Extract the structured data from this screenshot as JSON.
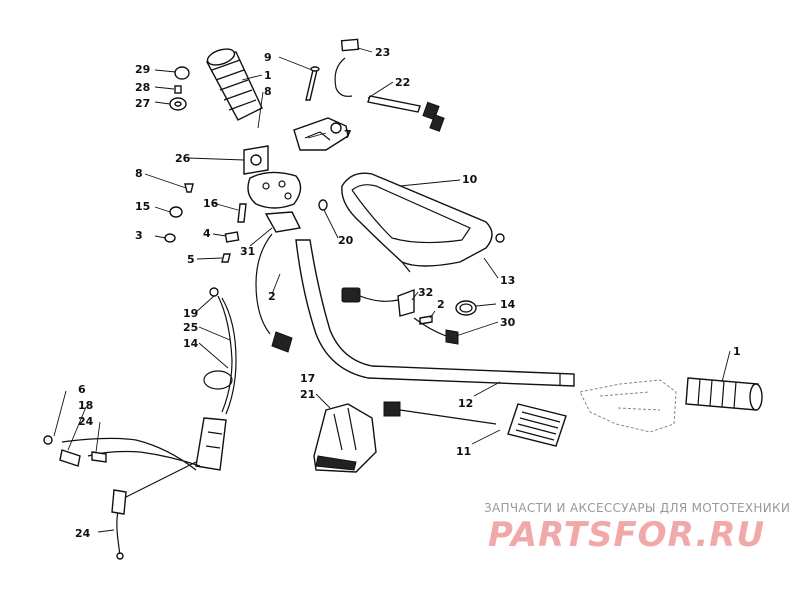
{
  "callouts": [
    "29",
    "28",
    "27",
    "1",
    "9",
    "23",
    "22",
    "8",
    "7",
    "26",
    "10",
    "8",
    "15",
    "3",
    "16",
    "4",
    "5",
    "31",
    "20",
    "2",
    "13",
    "32",
    "2",
    "14",
    "30",
    "19",
    "25",
    "14",
    "1",
    "17",
    "21",
    "12",
    "6",
    "18",
    "24",
    "11",
    "24"
  ],
  "watermark": {
    "tagline": "ЗАПЧАСТИ И АКСЕССУАРЫ ДЛЯ МОТОТЕХНИКИ",
    "brand": "PARTSFOR.RU"
  }
}
